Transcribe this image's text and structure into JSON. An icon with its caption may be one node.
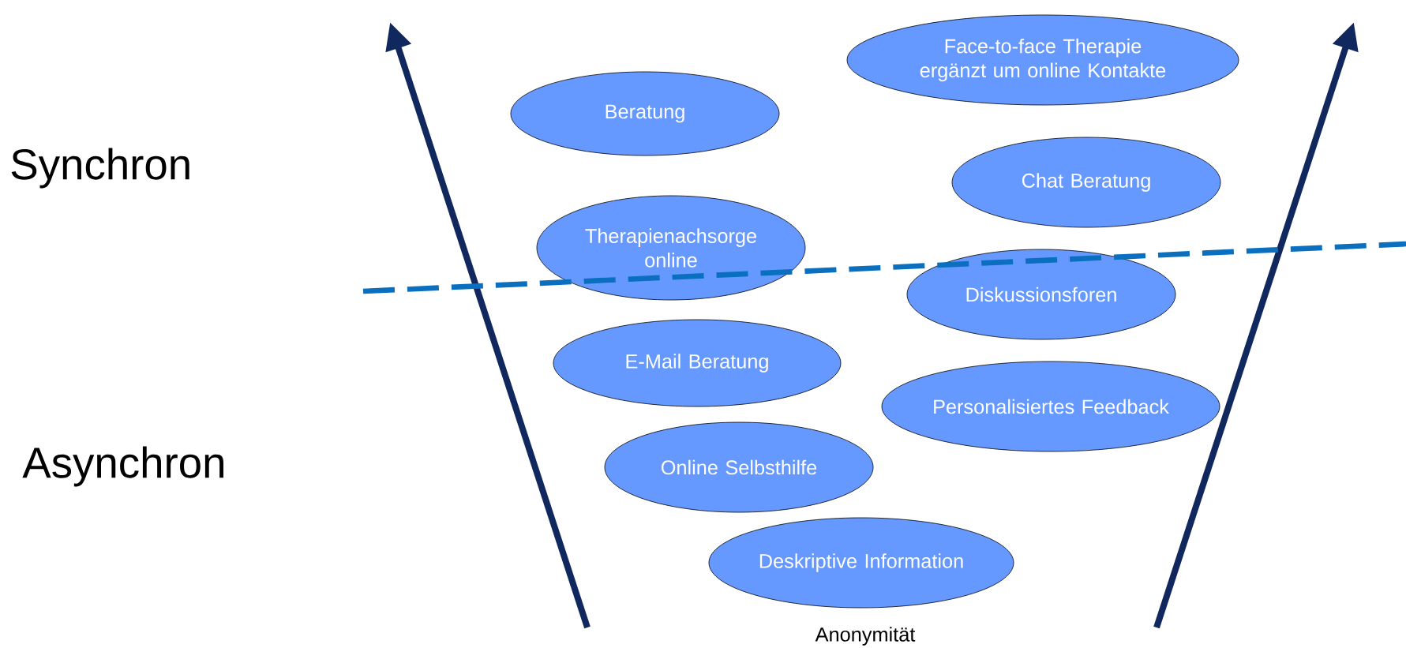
{
  "diagram": {
    "nodes": [
      {
        "text": [
          "Face-to-face Therapie ergänzt um online Kontakte"
        ]
      },
      {
        "text": [
          "Beratung"
        ]
      },
      {
        "text": [
          "Chat Beratung"
        ]
      },
      {
        "text": [
          "Therapienachsorge online"
        ]
      },
      {
        "text": [
          "Diskussionsforen"
        ]
      },
      {
        "text": [
          "E-Mail Beratung"
        ]
      },
      {
        "text": [
          "Personalisiertes Feedback"
        ]
      },
      {
        "text": [
          "Online Selbsthilfe"
        ]
      },
      {
        "text": [
          "Deskriptive Information"
        ]
      }
    ],
    "labels": [
      "Synchron",
      "Asynchron",
      "Anonymität"
    ]
  }
}
